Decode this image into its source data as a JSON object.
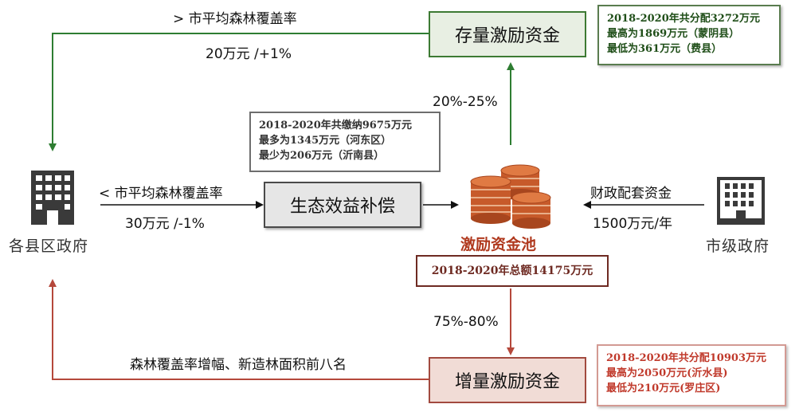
{
  "stock_fund": {
    "label": "存量激励资金",
    "info": [
      "2018-2020年共分配3272万元",
      "最高为1869万元（蒙阴县）",
      "最低为361万元（费县）"
    ],
    "share": "20%-25%",
    "condition": "> 市平均森林覆盖率",
    "reward": "20万元 /+1%"
  },
  "eco_compensation": {
    "label": "生态效益补偿",
    "info": [
      "2018-2020年共缴纳9675万元",
      "最多为1345万元（河东区）",
      "最少为206万元（沂南县）"
    ],
    "condition": "< 市平均森林覆盖率",
    "penalty": "30万元 /-1%"
  },
  "pool": {
    "label": "激励资金池",
    "total": "2018-2020年总额14175万元"
  },
  "incremental_fund": {
    "label": "增量激励资金",
    "info": [
      "2018-2020年共分配10903万元",
      "最高为2050万元(沂水县)",
      "最低为210万元(罗庄区)"
    ],
    "share": "75%-80%",
    "condition": "森林覆盖率增幅、新造林面积前八名"
  },
  "county_gov": {
    "label": "各县区政府"
  },
  "city_gov": {
    "label": "市级政府",
    "funding": "财政配套资金",
    "amount": "1500万元/年"
  },
  "colors": {
    "green": "#2e7d32",
    "red": "#b5483b",
    "dark": "#111111",
    "coin": "#c75a2a"
  },
  "icons": [
    "building-icon",
    "coin-stack-icon"
  ]
}
